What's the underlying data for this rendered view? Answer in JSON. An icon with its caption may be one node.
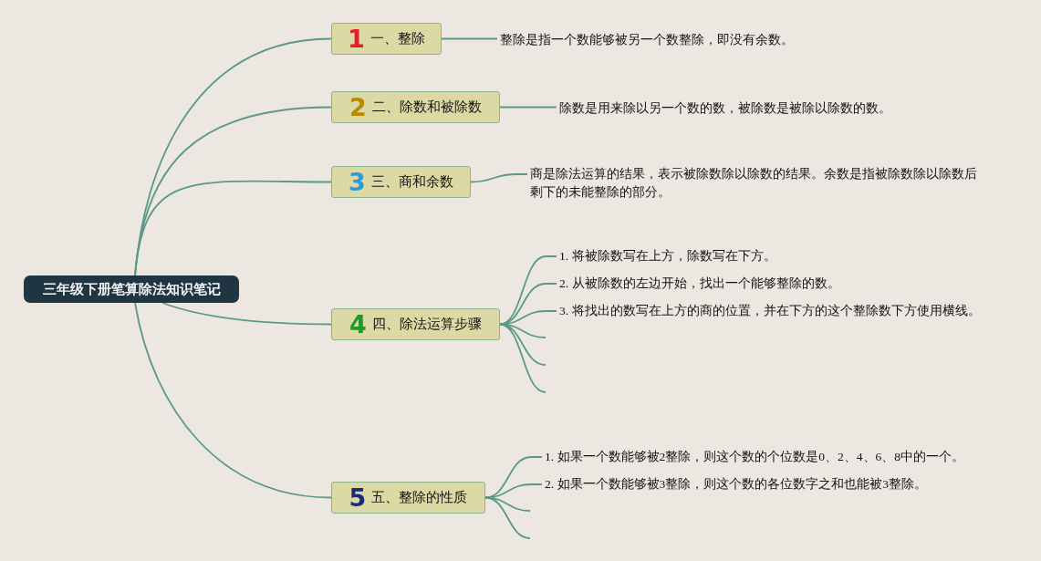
{
  "diagram": {
    "nodes": [
      {
        "text": [
          "三年级下册笔算除法知识笔记"
        ]
      },
      {
        "text": [
          "1",
          "一、整除"
        ]
      },
      {
        "text": [
          "整除是指一个数能够被另一个数整除，即没有余数。"
        ]
      },
      {
        "text": [
          "2",
          "二、除数和被除数"
        ]
      },
      {
        "text": [
          "除数是用来除以另一个数的数，被除数是被除以除数的数。"
        ]
      },
      {
        "text": [
          "3",
          "三、商和余数"
        ]
      },
      {
        "text": [
          "商是除法运算的结果，表示被除数除以除数的结果。余数是指被除数除以除数后剩下的未能整除的部分。"
        ]
      },
      {
        "text": [
          "4",
          "四、除法运算步骤"
        ]
      },
      {
        "text": [
          "1. 将被除数写在上方，除数写在下方。"
        ]
      },
      {
        "text": [
          "2. 从被除数的左边开始，找出一个能够整除的数。"
        ]
      },
      {
        "text": [
          "3. 将找出的数写在上方的商的位置，并在下方的这个整除数下方使用横线。"
        ]
      },
      {
        "text": [
          "5",
          "五、整除的性质"
        ]
      },
      {
        "text": [
          "1. 如果一个数能够被2整除，则这个数的个位数是0、2、4、6、8中的一个。"
        ]
      },
      {
        "text": [
          "2. 如果一个数能够被3整除，则这个数的各位数字之和也能被3整除。"
        ]
      }
    ],
    "edges": [
      {
        "from": 0,
        "to": 1,
        "arrow": "none"
      },
      {
        "from": 0,
        "to": 3,
        "arrow": "none"
      },
      {
        "from": 0,
        "to": 5,
        "arrow": "none"
      },
      {
        "from": 0,
        "to": 7,
        "arrow": "none"
      },
      {
        "from": 0,
        "to": 11,
        "arrow": "none"
      },
      {
        "from": 1,
        "to": 2,
        "arrow": "none"
      },
      {
        "from": 3,
        "to": 4,
        "arrow": "none"
      },
      {
        "from": 5,
        "to": 6,
        "arrow": "none"
      },
      {
        "from": 7,
        "to": 8,
        "arrow": "none"
      },
      {
        "from": 7,
        "to": 9,
        "arrow": "none"
      },
      {
        "from": 7,
        "to": 10,
        "arrow": "none"
      },
      {
        "from": 7,
        "to": null,
        "arrow": "none"
      },
      {
        "from": 7,
        "to": null,
        "arrow": "none"
      },
      {
        "from": 7,
        "to": null,
        "arrow": "none"
      },
      {
        "from": 11,
        "to": 12,
        "arrow": "none"
      },
      {
        "from": 11,
        "to": 13,
        "arrow": "none"
      },
      {
        "from": 11,
        "to": null,
        "arrow": "none"
      },
      {
        "from": 11,
        "to": null,
        "arrow": "none"
      }
    ]
  }
}
